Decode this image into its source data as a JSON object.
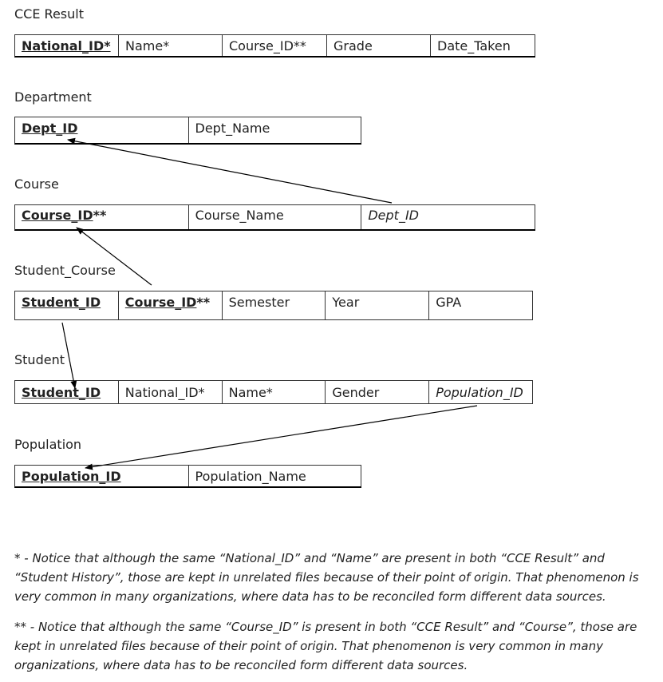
{
  "tables": {
    "cce_result": {
      "title": "CCE Result",
      "fields": [
        "National_ID*",
        "Name*",
        "Course_ID**",
        "Grade",
        "Date_Taken"
      ]
    },
    "department": {
      "title": "Department",
      "fields": [
        "Dept_ID",
        "Dept_Name"
      ]
    },
    "course": {
      "title": "Course",
      "fields": [
        "Course_ID",
        "**",
        "Course_Name",
        "Dept_ID"
      ]
    },
    "student_course": {
      "title": "Student_Course",
      "fields": [
        "Student_ID",
        "Course_ID",
        "**",
        "Semester",
        "Year",
        "GPA"
      ]
    },
    "student": {
      "title": "Student",
      "fields": [
        "Student_ID",
        "National_ID*",
        "Name*",
        "Gender",
        "Population_ID"
      ]
    },
    "population": {
      "title": "Population",
      "fields": [
        "Population_ID",
        "Population_Name"
      ]
    }
  },
  "notes": {
    "single_star": "* - Notice that although the same “National_ID” and “Name” are present in both “CCE Result” and “Student History”, those are kept in unrelated files because of their point of origin. That phenomenon is very common in many organizations, where data has to be reconciled form different data sources.",
    "double_star": "** - Notice that although the same “Course_ID” is present in both “CCE Result” and “Course”, those are kept in unrelated files because of their point of origin. That phenomenon is very common in many organizations, where data has to be reconciled form different data sources."
  }
}
